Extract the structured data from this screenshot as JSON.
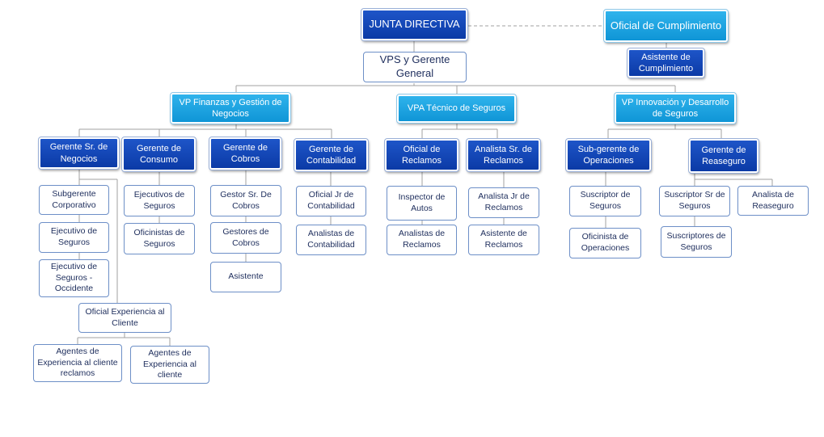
{
  "board": "JUNTA DIRECTIVA",
  "compliance_officer": "Oficial de Cumplimiento",
  "compliance_assistant": "Asistente de Cumplimiento",
  "ceo": "VPS y Gerente General",
  "vp_finance": "VP Finanzas y Gestión de Negocios",
  "vp_technical": "VPA Técnico de Seguros",
  "vp_innovation": "VP Innovación y Desarrollo de Seguros",
  "business_manager": "Gerente Sr. de Negocios",
  "consumer_manager": "Gerente de Consumo",
  "collections_manager": "Gerente de Cobros",
  "accounting_manager": "Gerente de Contabilidad",
  "claims_officer": "Oficial de Reclamos",
  "claims_analyst_sr": "Analista Sr. de Reclamos",
  "operations_subgerente": "Sub-gerente de Operaciones",
  "reinsurance_manager": "Gerente de Reaseguro",
  "corporate_subgerente": "Subgerente Corporativo",
  "insurance_executive": "Ejecutivo de Seguros",
  "west_insurance_executive": "Ejecutivo de Seguros - Occidente",
  "cx_officer": "Oficial Experiencia al Cliente",
  "cx_agents_claims": "Agentes de Experiencia al cliente reclamos",
  "cx_agents": "Agentes de Experiencia al cliente",
  "insurance_executives": "Ejecutivos de Seguros",
  "insurance_clerks": "Oficinistas de Seguros",
  "collections_manager_sr": "Gestor Sr. De Cobros",
  "collections_agents": "Gestores de Cobros",
  "assistant": "Asistente",
  "jr_accounting_officer": "Oficial Jr de Contabilidad",
  "accounting_analysts": "Analistas de Contabilidad",
  "auto_inspector": "Inspector de Autos",
  "claims_analysts": "Analistas de Reclamos",
  "jr_claims_analyst": "Analista Jr de Reclamos",
  "claims_assistant": "Asistente de Reclamos",
  "underwriter": "Suscriptor de Seguros",
  "operations_clerk": "Oficinista de Operaciones",
  "underwriter_sr": "Suscriptor Sr de Seguros",
  "underwriters": "Suscriptores de Seguros",
  "reinsurance_analyst": "Analista de Reaseguro",
  "colors": {
    "dark_blue": "#0b3aa6",
    "light_blue": "#1aa3e0",
    "line": "#a0a0a0",
    "text": "#1d2d5c"
  }
}
